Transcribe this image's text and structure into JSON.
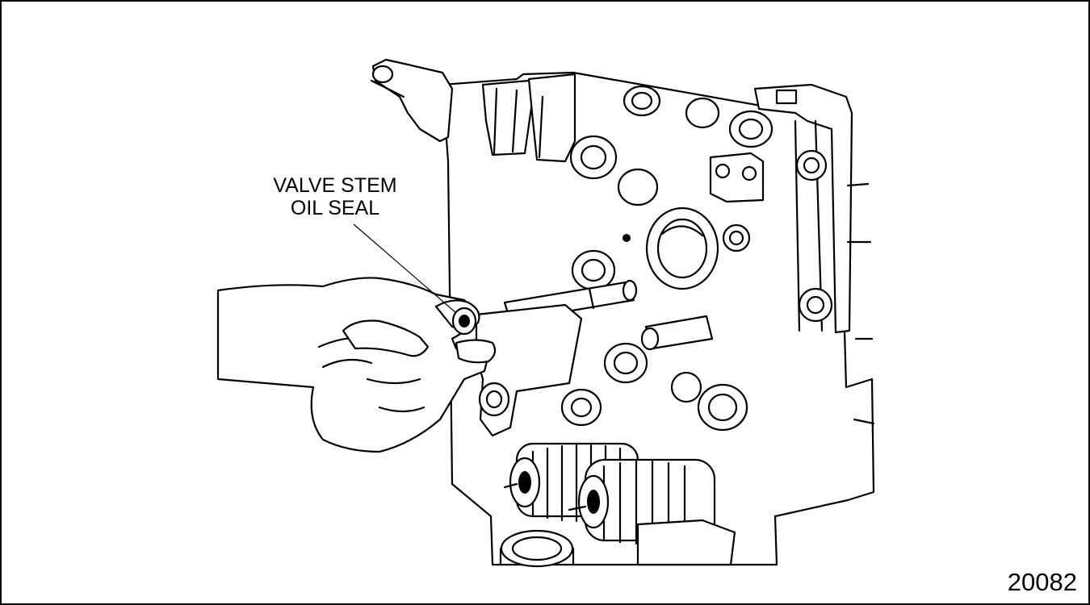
{
  "callout": {
    "line1": "VALVE STEM",
    "line2": "OIL SEAL"
  },
  "figure_number": "20082",
  "colors": {
    "ink": "#000000",
    "paper": "#ffffff"
  }
}
